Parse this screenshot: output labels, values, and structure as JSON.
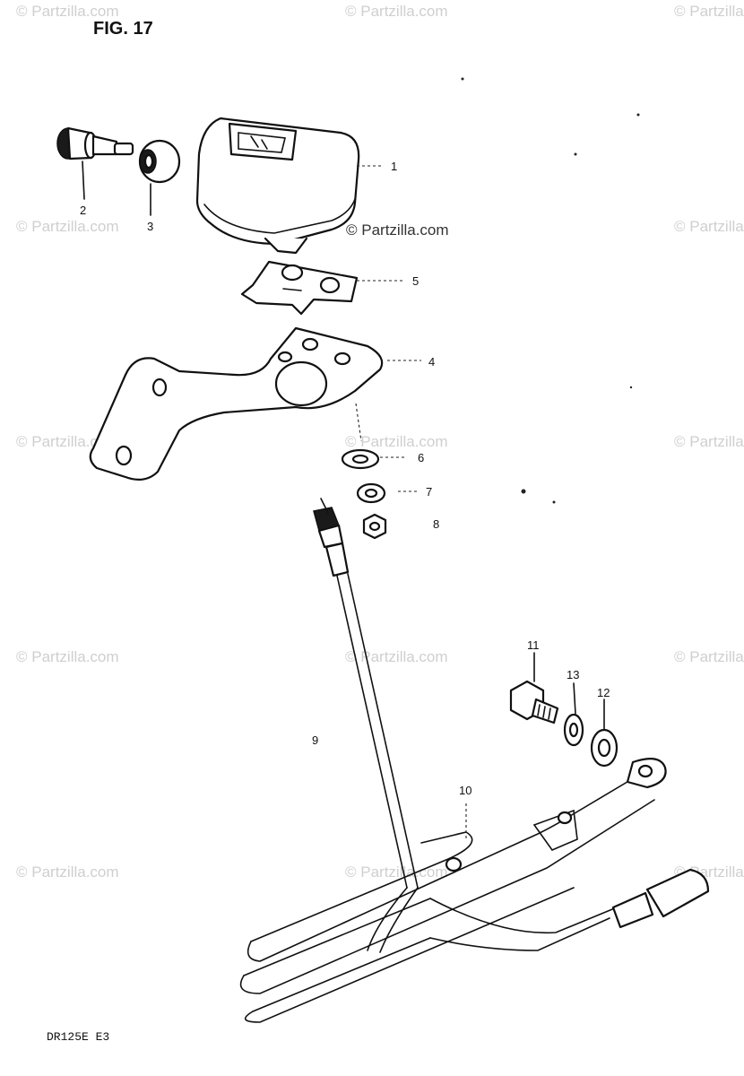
{
  "figure": {
    "title": "FIG. 17",
    "model_code": "DR125E  E3",
    "center_watermark": "© Partzilla.com"
  },
  "watermark": {
    "text": "© Partzilla.com",
    "color": "#cfcfcf"
  },
  "callouts": [
    {
      "id": "1",
      "label": "1"
    },
    {
      "id": "2",
      "label": "2"
    },
    {
      "id": "3",
      "label": "3"
    },
    {
      "id": "4",
      "label": "4"
    },
    {
      "id": "5",
      "label": "5"
    },
    {
      "id": "6",
      "label": "6"
    },
    {
      "id": "7",
      "label": "7"
    },
    {
      "id": "8",
      "label": "8"
    },
    {
      "id": "9",
      "label": "9"
    },
    {
      "id": "10",
      "label": "10"
    },
    {
      "id": "11",
      "label": "11"
    },
    {
      "id": "12",
      "label": "12"
    },
    {
      "id": "13",
      "label": "13"
    }
  ]
}
